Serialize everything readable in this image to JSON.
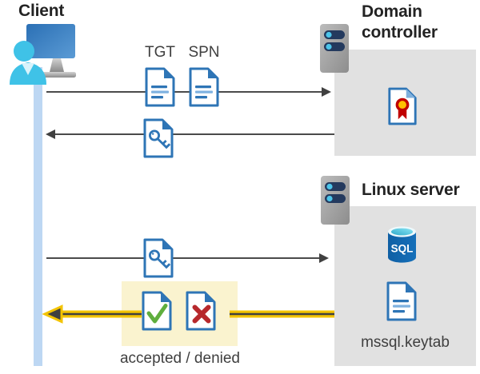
{
  "labels": {
    "client": "Client",
    "domain_controller_line1": "Domain",
    "domain_controller_line2": "controller",
    "linux_server": "Linux server",
    "tgt": "TGT",
    "spn": "SPN",
    "sql": "SQL",
    "keytab_file": "mssql.keytab",
    "result": "accepted / denied"
  },
  "icons": {
    "client": "monitor-user-icon",
    "domain_controller": "server-icon",
    "linux_server": "server-icon",
    "ticket_documents": [
      "tgt-document-icon",
      "spn-document-icon"
    ],
    "certificate": "certificate-document-icon",
    "session_key": "key-document-icon",
    "database": "sql-database-icon",
    "keytab": "keytab-document-icon",
    "accepted": "check-document-icon",
    "denied": "cross-document-icon"
  },
  "flow": {
    "arrows": [
      {
        "from": "client",
        "to": "domain-controller",
        "direction": "right",
        "carries": [
          "TGT",
          "SPN"
        ],
        "highlighted": false
      },
      {
        "from": "domain-controller",
        "to": "client",
        "direction": "left",
        "carries": [
          "key-document"
        ],
        "highlighted": false
      },
      {
        "from": "client",
        "to": "linux-server",
        "direction": "right",
        "carries": [
          "key-document"
        ],
        "highlighted": false
      },
      {
        "from": "linux-server",
        "to": "client",
        "direction": "left",
        "carries": [
          "accepted-document",
          "denied-document"
        ],
        "highlighted": true
      }
    ]
  },
  "colors": {
    "timeline_bar": "#bdd7f3",
    "panel_gray": "#e1e1e1",
    "highlight_yellow_box": "#faf3cf",
    "arrow_dark": "#4a4a4a",
    "arrow_yellow": "#f3c300",
    "document_blue": "#2e75b6",
    "document_line_light": "#7fb2e0",
    "check_green": "#5fae3d",
    "cross_red": "#b7282c",
    "certificate_gold": "#ffc000",
    "certificate_red": "#c00000",
    "sql_blue": "#1167b1",
    "server_pill_navy": "#243a5e",
    "server_dot_cyan": "#4cc5ea",
    "title_text": "#232323",
    "label_text": "#3f3f3f"
  }
}
